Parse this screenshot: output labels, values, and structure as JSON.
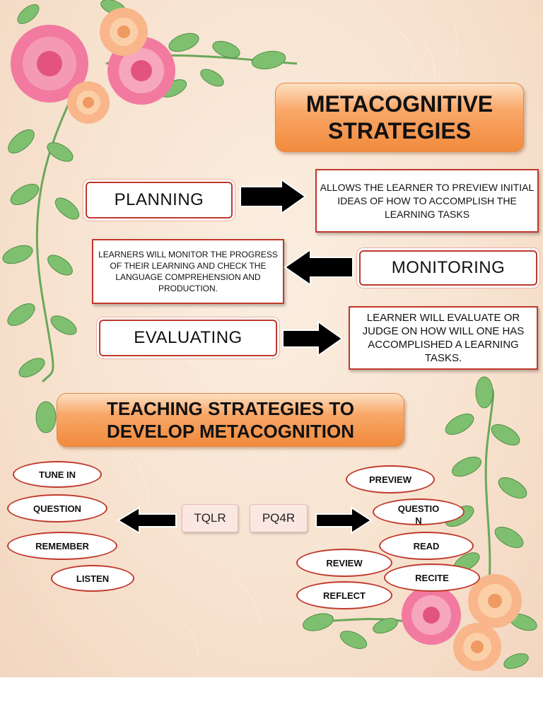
{
  "title1": {
    "line1": "METACOGNITIVE",
    "line2": "STRATEGIES"
  },
  "strategies": {
    "planning": {
      "label": "PLANNING",
      "desc": "ALLOWS THE LEARNER TO PREVIEW INITIAL IDEAS OF HOW TO ACCOMPLISH THE LEARNING TASKS"
    },
    "monitoring": {
      "label": "MONITORING",
      "desc": "LEARNERS WILL MONITOR THE PROGRESS OF THEIR LEARNING AND CHECK THE LANGUAGE COMPREHENSION AND PRODUCTION."
    },
    "evaluating": {
      "label": "EVALUATING",
      "desc": "LEARNER WILL EVALUATE OR JUDGE ON HOW WILL ONE HAS ACCOMPLISHED A LEARNING TASKS."
    }
  },
  "title2": {
    "line1": "TEACHING STRATEGIES TO",
    "line2": "DEVELOP METACOGNITION"
  },
  "tqlr": {
    "label": "TQLR",
    "items": [
      "TUNE IN",
      "QUESTION",
      "REMEMBER",
      "LISTEN"
    ]
  },
  "pq4r": {
    "label": "PQ4R",
    "items": [
      "PREVIEW",
      "QUESTIO\nN",
      "READ",
      "REVIEW",
      "RECITE",
      "REFLECT"
    ]
  },
  "colors": {
    "accent_orange": "#f18a3c",
    "border_red": "#c0392b",
    "arrow": "#000000"
  }
}
